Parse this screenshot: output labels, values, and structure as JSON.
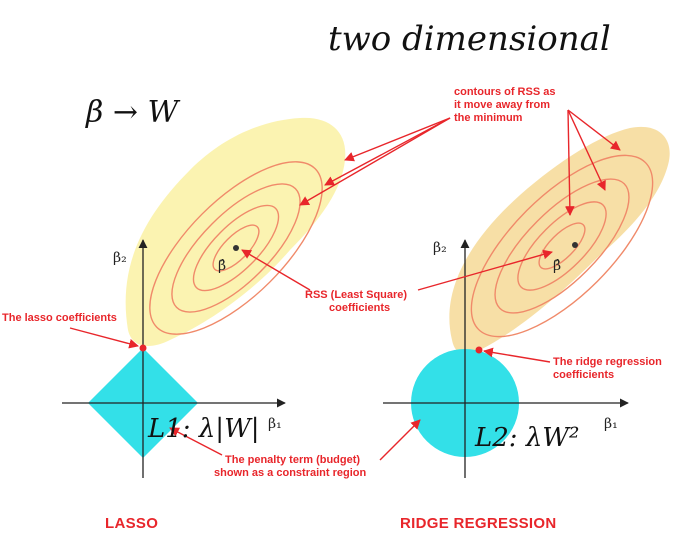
{
  "handwritten": {
    "title": "two dimensional",
    "beta_to_w": "β → W",
    "lasso_penalty": "L1: λ|W|",
    "ridge_penalty": "L2: λW²"
  },
  "annotations": {
    "contours": [
      "contours of RSS as",
      "it move away from",
      "the minimum"
    ],
    "rss": [
      "RSS (Least Square)",
      "coefficients"
    ],
    "lasso_coef": "The lasso coefficients",
    "ridge_coef": [
      "The ridge regression",
      "coefficients"
    ],
    "penalty": [
      "The penalty term (budget)",
      "shown as a constraint region"
    ]
  },
  "axes": {
    "beta1": "β₁",
    "beta2": "β₂",
    "beta_hat": "β̂"
  },
  "titles": {
    "lasso": "LASSO",
    "ridge": "RIDGE REGRESSION"
  },
  "colors": {
    "accent_red": "#e8262b",
    "constraint": "#33e0e8",
    "highlight_yellow": "#fbf2a8",
    "highlight_orange": "#f6dc9c",
    "contour": "#f08a6a"
  }
}
